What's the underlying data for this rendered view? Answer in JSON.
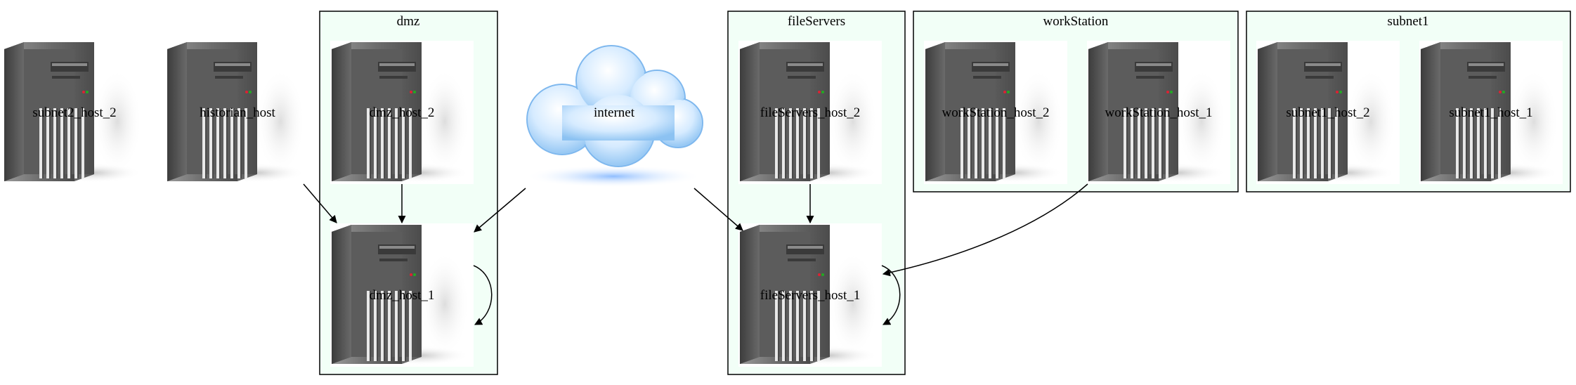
{
  "clusters": {
    "dmz": "dmz",
    "fileServers": "fileServers",
    "workStation": "workStation",
    "subnet1": "subnet1"
  },
  "nodes": {
    "subnet2_host_2": "subnet2_host_2",
    "historian_host": "historian_host",
    "dmz_host_2": "dmz_host_2",
    "dmz_host_1": "dmz_host_1",
    "internet": "internet",
    "fileServers_host_2": "fileServers_host_2",
    "fileServers_host_1": "fileServers_host_1",
    "workStation_host_2": "workStation_host_2",
    "workStation_host_1": "workStation_host_1",
    "subnet1_host_2": "subnet1_host_2",
    "subnet1_host_1": "subnet1_host_1"
  },
  "edges": [
    {
      "from": "historian_host",
      "to": "dmz_host_1"
    },
    {
      "from": "dmz_host_2",
      "to": "dmz_host_1"
    },
    {
      "from": "internet",
      "to": "dmz_host_1"
    },
    {
      "from": "dmz_host_1",
      "to": "dmz_host_1"
    },
    {
      "from": "internet",
      "to": "fileServers_host_1"
    },
    {
      "from": "fileServers_host_2",
      "to": "fileServers_host_1"
    },
    {
      "from": "workStation_host_1",
      "to": "fileServers_host_1"
    },
    {
      "from": "fileServers_host_1",
      "to": "fileServers_host_1"
    }
  ],
  "colors": {
    "cluster_fill": "#f2fff7",
    "cluster_stroke": "#000000",
    "edge": "#000000",
    "cloud": "#7fb8ee"
  },
  "icons": {
    "host": "server-tower-icon",
    "internet": "cloud-icon"
  }
}
